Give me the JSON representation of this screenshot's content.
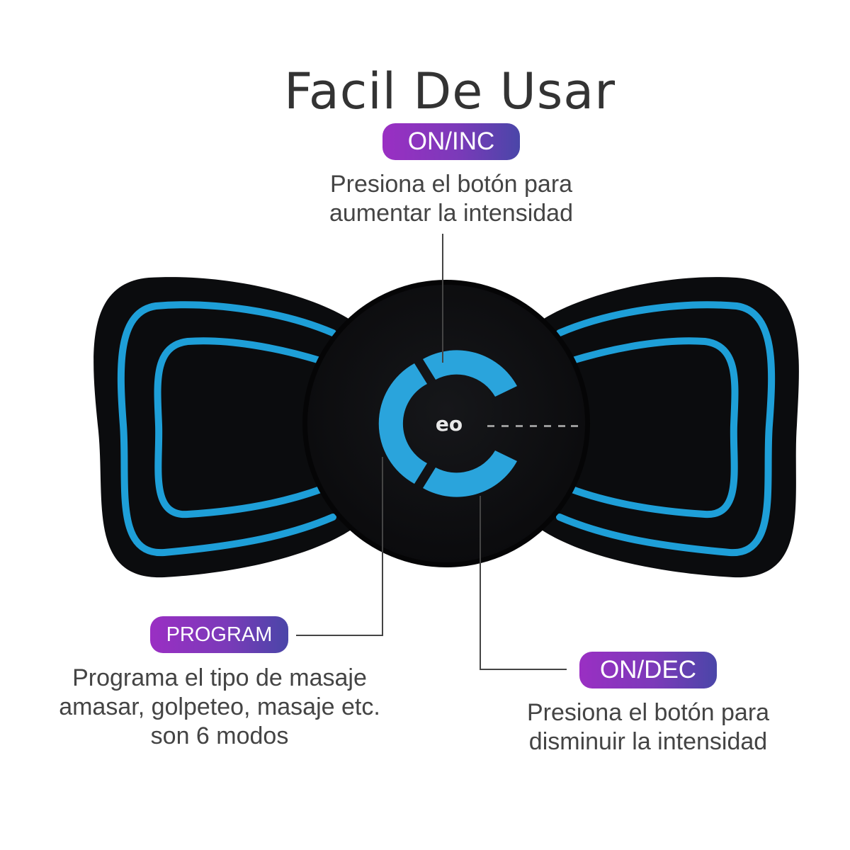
{
  "title": "Facil De Usar",
  "buttons": [
    {
      "label": "ON/INC",
      "description": [
        "Presiona el botón para",
        "aumentar la intensidad"
      ]
    },
    {
      "label": "PROGRAM",
      "description": [
        "Programa el tipo de masaje",
        "amasar, golpeteo, masaje etc.",
        "son 6 modos"
      ]
    },
    {
      "label": "ON/DEC",
      "description": [
        "Presiona el botón para",
        "disminuir la intensidad"
      ]
    }
  ],
  "device": {
    "logo": "eo",
    "button_labels": [
      "ON/INC",
      "PROGRAM",
      "ON/DEC"
    ]
  },
  "colors": {
    "pad": "#0b0c0e",
    "electrode_blue": "#1e9fd8",
    "pill_start": "#9a2fc3",
    "pill_end": "#4a46a8"
  }
}
